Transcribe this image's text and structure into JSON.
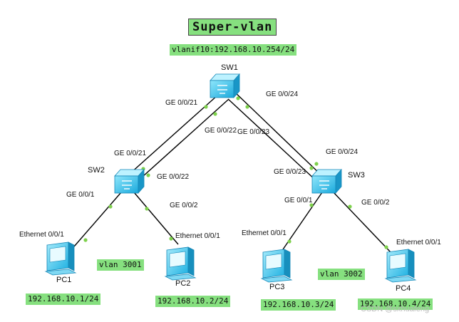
{
  "title": "Super-vlan",
  "vlanif": "vlanif10:192.168.10.254/24",
  "colors": {
    "tag_bg": "#86e07f",
    "link": "#000000",
    "port_dot": "#7ed14c",
    "device": "#33c4ec"
  },
  "switches": {
    "sw1": {
      "name": "SW1",
      "icon": "switch-icon"
    },
    "sw2": {
      "name": "SW2",
      "icon": "switch-icon"
    },
    "sw3": {
      "name": "SW3",
      "icon": "switch-icon"
    }
  },
  "pcs": {
    "pc1": {
      "name": "PC1",
      "ip": "192.168.10.1/24",
      "port": "Ethernet 0/0/1",
      "icon": "pc-icon"
    },
    "pc2": {
      "name": "PC2",
      "ip": "192.168.10.2/24",
      "port": "Ethernet 0/0/1",
      "icon": "pc-icon"
    },
    "pc3": {
      "name": "PC3",
      "ip": "192.168.10.3/24",
      "port": "Ethernet 0/0/1",
      "icon": "pc-icon"
    },
    "pc4": {
      "name": "PC4",
      "ip": "192.168.10.4/24",
      "port": "Ethernet 0/0/1",
      "icon": "pc-icon"
    }
  },
  "ports": {
    "sw1_21": "GE 0/0/21",
    "sw1_22": "GE 0/0/22",
    "sw1_23": "GE 0/0/23",
    "sw1_24": "GE 0/0/24",
    "sw2_21": "GE 0/0/21",
    "sw2_22": "GE 0/0/22",
    "sw2_1": "GE 0/0/1",
    "sw2_2": "GE 0/0/2",
    "sw3_23": "GE 0/0/23",
    "sw3_24": "GE 0/0/24",
    "sw3_1": "GE 0/0/1",
    "sw3_2": "GE 0/0/2"
  },
  "vlans": {
    "left": "vlan 3001",
    "right": "vlan 3002"
  },
  "watermark": "CSDN @sxhuafeng"
}
